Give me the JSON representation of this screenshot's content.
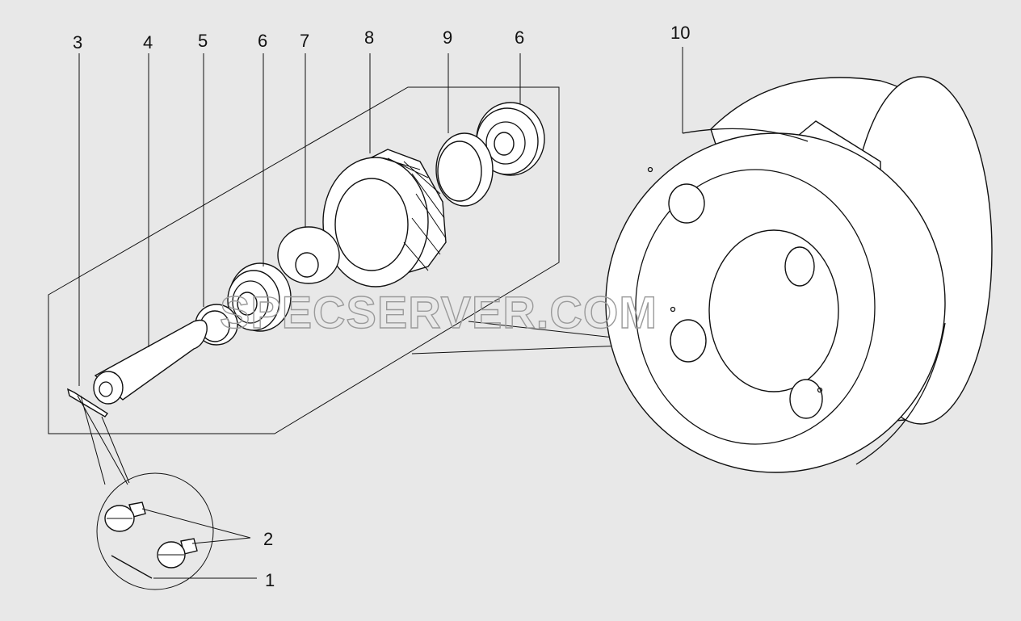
{
  "callouts": {
    "c1": "1",
    "c2": "2",
    "c3": "3",
    "c4": "4",
    "c5": "5",
    "c6a": "6",
    "c6b": "6",
    "c7": "7",
    "c8": "8",
    "c9": "9",
    "c10": "10"
  },
  "watermark": "SPECSERVER.COM",
  "colors": {
    "background": "#e8e8e8",
    "line": "#111111",
    "watermark": "#9a9a9a"
  }
}
